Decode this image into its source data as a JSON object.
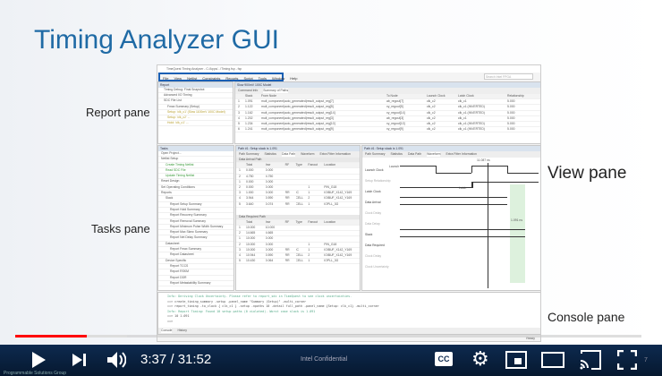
{
  "slide": {
    "title": "Timing Analyzer GUI",
    "labels": {
      "report": "Report pane",
      "tasks": "Tasks pane",
      "view": "View pane",
      "console": "Console pane"
    },
    "footer": "Intel Confidential",
    "page_number": "7",
    "footer_left": "Programmable Solutions Group"
  },
  "app": {
    "title": "TimeQuest Timing Analyzer - C:/Apps/.../Timing.fsp - fsp",
    "menu": [
      "File",
      "View",
      "Netlist",
      "Constraints",
      "Reports",
      "Script",
      "Tools",
      "Window",
      "Help"
    ],
    "search_placeholder": "Search Intel FPGA",
    "report_pane": {
      "header": "Report",
      "items": [
        "Timing Debug: Final Snapshot",
        "Advanced I/O Timing",
        "SDC File List",
        "Fmax Summary (Setup)",
        "Setup: 'clk_c1' (Slow 1100mV 100C Model)",
        "Setup: 'clk_c2' ...",
        "Hold: 'clk_c1' ..."
      ]
    },
    "table_pane": {
      "header": "Slow 900mV 100C Model",
      "tabs": [
        "Command Info",
        "Summary of Paths"
      ],
      "columns": [
        "",
        "Slack",
        "From Node",
        "To Node",
        "Launch Clock",
        "Latch Clock",
        "Relationship"
      ],
      "rows": [
        [
          "1",
          "1.091",
          "mult_component|auto_generated|result_output_reg[7]",
          "ab_regout[7]",
          "clk_c2",
          "clk_c1",
          "5.000"
        ],
        [
          "2",
          "1.122",
          "mult_component|auto_generated|result_output_reg[5]",
          "xy_regout[5]",
          "clk_c2",
          "clk_c1 (INVERTED)",
          "5.000"
        ],
        [
          "3",
          "1.162",
          "mult_component|auto_generated|result_output_reg[14]",
          "xy_regout[14]",
          "clk_c2",
          "clk_c1 (INVERTED)",
          "5.000"
        ],
        [
          "4",
          "1.202",
          "mult_component|auto_generated|result_output_reg[3]",
          "ab_regout[3]",
          "clk_c2",
          "clk_c1",
          "5.000"
        ],
        [
          "5",
          "1.234",
          "mult_component|auto_generated|result_output_reg[10]",
          "xy_regout[10]",
          "clk_c2",
          "clk_c1 (INVERTED)",
          "5.000"
        ],
        [
          "6",
          "1.241",
          "mult_component|auto_generated|result_output_reg[9]",
          "xy_regout[9]",
          "clk_c2",
          "clk_c1 (INVERTED)",
          "5.000"
        ]
      ]
    },
    "tasks_pane": {
      "header": "Tasks",
      "items": [
        "Open Project...",
        "Netlist Setup",
        "Create Timing Netlist",
        "Read SDC File",
        "Update Timing Netlist",
        "Reset Design",
        "Set Operating Conditions",
        "Reports",
        "Slack",
        "Report Setup Summary",
        "Report Hold Summary",
        "Report Recovery Summary",
        "Report Removal Summary",
        "Report Minimum Pulse Width Summary",
        "Report Max Skew Summary",
        "Report Net Delay Summary",
        "Datasheet",
        "Report Fmax Summary",
        "Report Datasheet",
        "Device Specific",
        "Report TCCS",
        "Report RSKM",
        "Report DDR",
        "Report Metastability Summary"
      ]
    },
    "path_pane": {
      "header": "Path #1: Setup slack is 1.091",
      "tabs": [
        "Path Summary",
        "Statistics",
        "Data Path",
        "Waveform",
        "Extra Fitter Information"
      ],
      "arrival_title": "Data Arrival Path",
      "required_title": "Data Required Path",
      "columns": [
        "",
        "Total",
        "Incr",
        "RF",
        "Type",
        "Fanout",
        "Location"
      ],
      "arrival_rows": [
        [
          "1",
          "0.000",
          "0.000",
          "",
          "",
          "",
          ""
        ],
        [
          "2",
          "4.750",
          "4.750",
          "",
          "",
          "",
          ""
        ],
        [
          "1",
          "0.000",
          "0.000",
          "",
          "",
          "",
          ""
        ],
        [
          "2",
          "0.000",
          "0.000",
          "",
          "",
          "1",
          "PIN_G18"
        ],
        [
          "3",
          "1.000",
          "0.000",
          "RR",
          "IC",
          "1",
          "IOIBUF_X142_Y169"
        ],
        [
          "4",
          "3.944",
          "0.590",
          "RR",
          "CELL",
          "2",
          "IOIBUF_X142_Y169"
        ],
        [
          "5",
          "3.640",
          "0.074",
          "RR",
          "CELL",
          "1",
          "IOPLL_3G"
        ]
      ],
      "required_rows": [
        [
          "1",
          "10.000",
          "10.000",
          "",
          "",
          "",
          ""
        ],
        [
          "2",
          "14.665",
          "4.665",
          "",
          "",
          "",
          ""
        ],
        [
          "1",
          "10.000",
          "0.000",
          "",
          "",
          "",
          ""
        ],
        [
          "2",
          "10.000",
          "0.000",
          "",
          "",
          "1",
          "PIN_G18"
        ],
        [
          "3",
          "10.000",
          "0.000",
          "RR",
          "IC",
          "1",
          "IOIBUF_X142_Y169"
        ],
        [
          "4",
          "10.944",
          "0.590",
          "RR",
          "CELL",
          "2",
          "IOIBUF_X142_Y169"
        ],
        [
          "5",
          "10.430",
          "0.064",
          "RR",
          "CELL",
          "1",
          "IOPLL_3G"
        ]
      ]
    },
    "wave_pane": {
      "header": "Path #1: Setup slack is 1.091",
      "tabs": [
        "Path Summary",
        "Statistics",
        "Data Path",
        "Waveform",
        "Extra Fitter Information"
      ],
      "cursor": "11.087 ns",
      "signals": [
        "Launch Clock",
        "Setup Relationship",
        "Latch Clock",
        "Data Arrival",
        "Clock Delay",
        "Data Delay",
        "Slack",
        "Data Required",
        "Clock Delay",
        "Clock Uncertainty"
      ],
      "launch_tag": "Launch",
      "latch_tag": "Latch",
      "slack_value": "1.091 ns"
    },
    "console": {
      "lines": [
        "Info: Deriving Clock Uncertainty. Please refer to report_sdc in TimeQuest to see clock uncertainties.",
        "==> create_timing_summary -setup -panel_name \"Summary (Setup)\" -multi_corner",
        "==> report_timing -to_clock { clk_c1 } -setup -npaths 10 -detail full_path -panel_name {Setup: clk_c1} -multi_corner",
        "Info: Report Timing: Found 10 setup paths (0 violated). Worst case slack is 1.091",
        "==> 10 1.091",
        "==>"
      ],
      "tabs": [
        "Console",
        "History"
      ],
      "status": "Ready"
    }
  },
  "player": {
    "time": "3:37 / 31:52",
    "progress_pct": 11.4,
    "buffered_pct": 17.8,
    "colors": {
      "played": "#ff0000",
      "bar": "#0d2a4f"
    },
    "icons": [
      "play-icon",
      "next-icon",
      "volume-icon",
      "cc-icon",
      "gear-icon",
      "miniplayer-icon",
      "theater-icon",
      "cast-icon",
      "fullscreen-icon"
    ]
  }
}
